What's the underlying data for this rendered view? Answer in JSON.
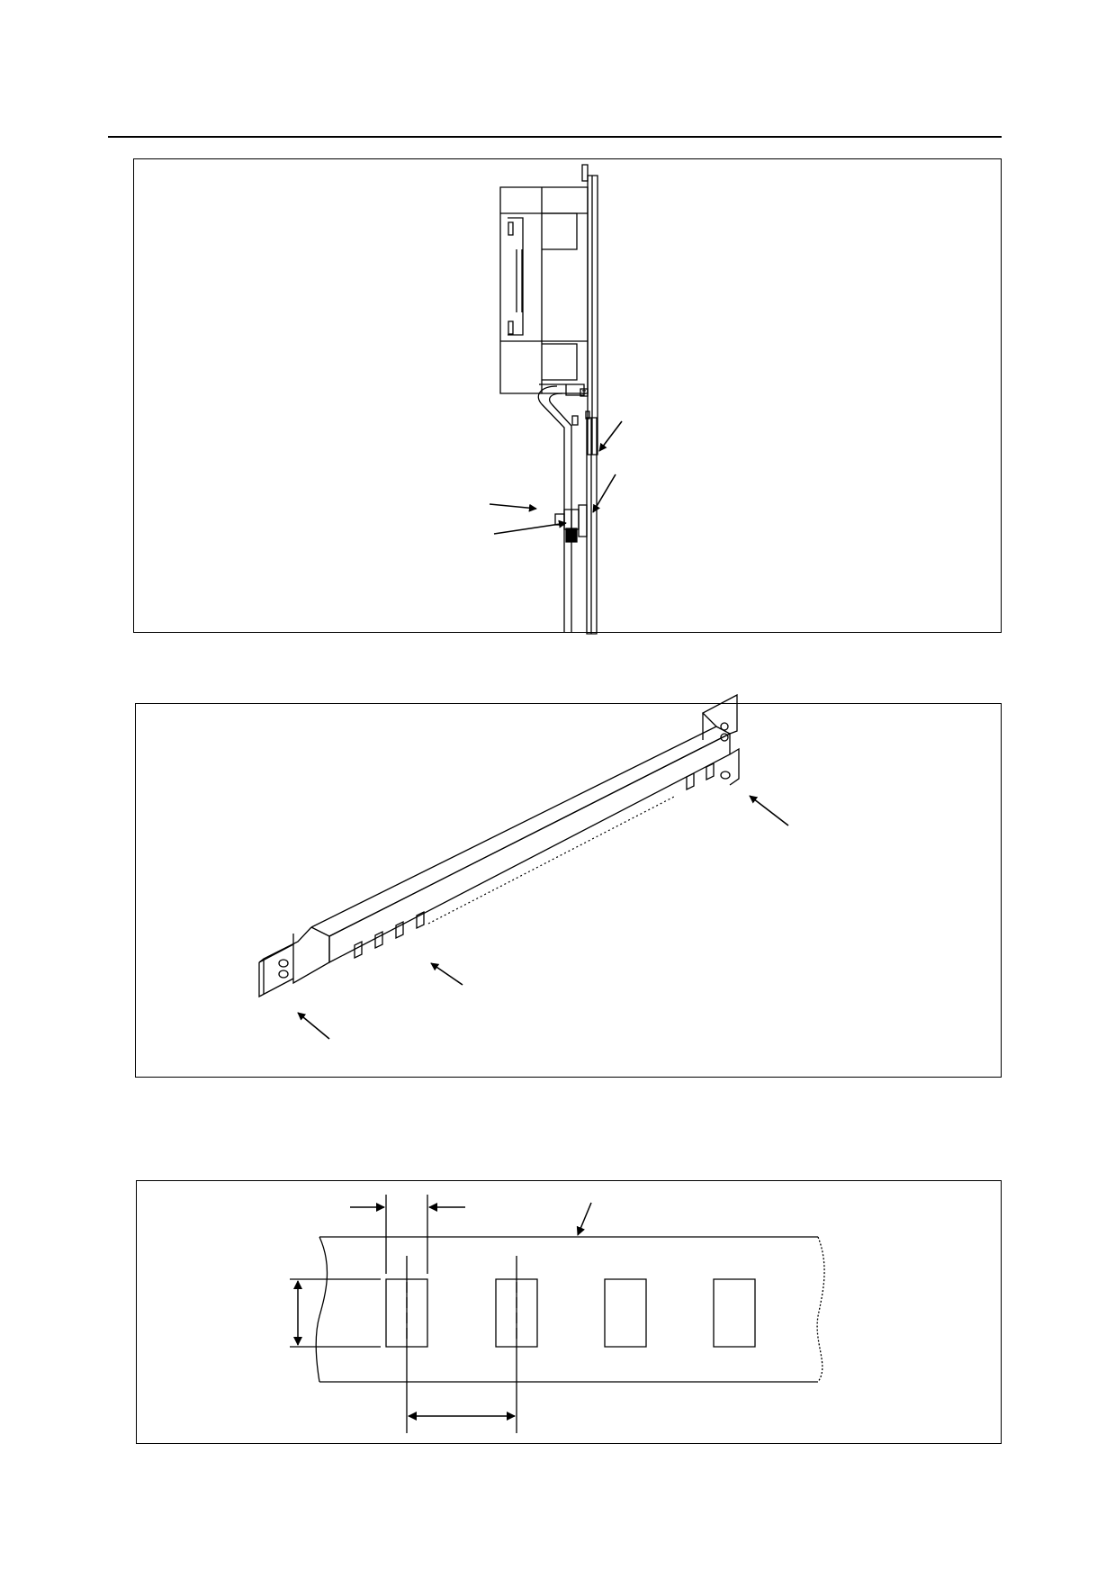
{
  "figures": [
    {
      "id": "side-view-mounting",
      "labels": []
    },
    {
      "id": "mounting-rail-perspective",
      "labels": []
    },
    {
      "id": "rail-slot-dimensions",
      "labels": []
    }
  ],
  "colors": {
    "line": "#000000",
    "background": "#ffffff"
  }
}
